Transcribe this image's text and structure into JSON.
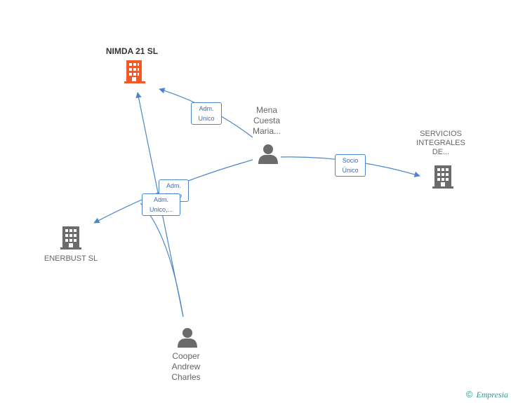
{
  "colors": {
    "edge": "#4a86c8",
    "company_main": "#f05a28",
    "company": "#6b6b6b",
    "person": "#6b6b6b",
    "footer": "#2e9a8a"
  },
  "nodes": {
    "nimda": {
      "label": "NIMDA 21  SL",
      "icon": "building-icon"
    },
    "servicios": {
      "label": "SERVICIOS\nINTEGRALES\nDE...",
      "icon": "building-icon"
    },
    "enerbust": {
      "label": "ENERBUST SL",
      "icon": "building-icon"
    },
    "mena": {
      "label": "Mena\nCuesta\nMaria...",
      "icon": "person-icon"
    },
    "cooper": {
      "label": "Cooper\nAndrew\nCharles",
      "icon": "person-icon"
    }
  },
  "edges": {
    "mena_nimda": "Adm.\nUnico",
    "mena_servicios": "Socio\nÚnico",
    "mena_enerbust": "Adm.\nUnico",
    "cooper_enerbust": "Adm.\nUnico,..."
  },
  "footer": {
    "copyright": "©",
    "brand": "Empresia"
  }
}
